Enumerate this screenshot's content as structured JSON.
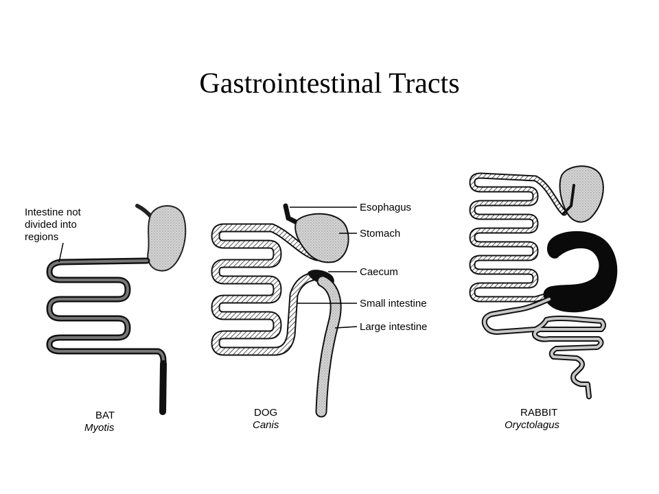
{
  "title": "Gastrointestinal Tracts",
  "animals": {
    "bat": {
      "common": "BAT",
      "genus": "Myotis",
      "annotation": [
        "Intestine not",
        "divided into",
        "regions"
      ]
    },
    "dog": {
      "common": "DOG",
      "genus": "Canis",
      "labels": {
        "esophagus": "Esophagus",
        "stomach": "Stomach",
        "caecum": "Caecum",
        "small_intestine": "Small intestine",
        "large_intestine": "Large intestine"
      }
    },
    "rabbit": {
      "common": "RABBIT",
      "genus": "Oryctolagus"
    }
  }
}
